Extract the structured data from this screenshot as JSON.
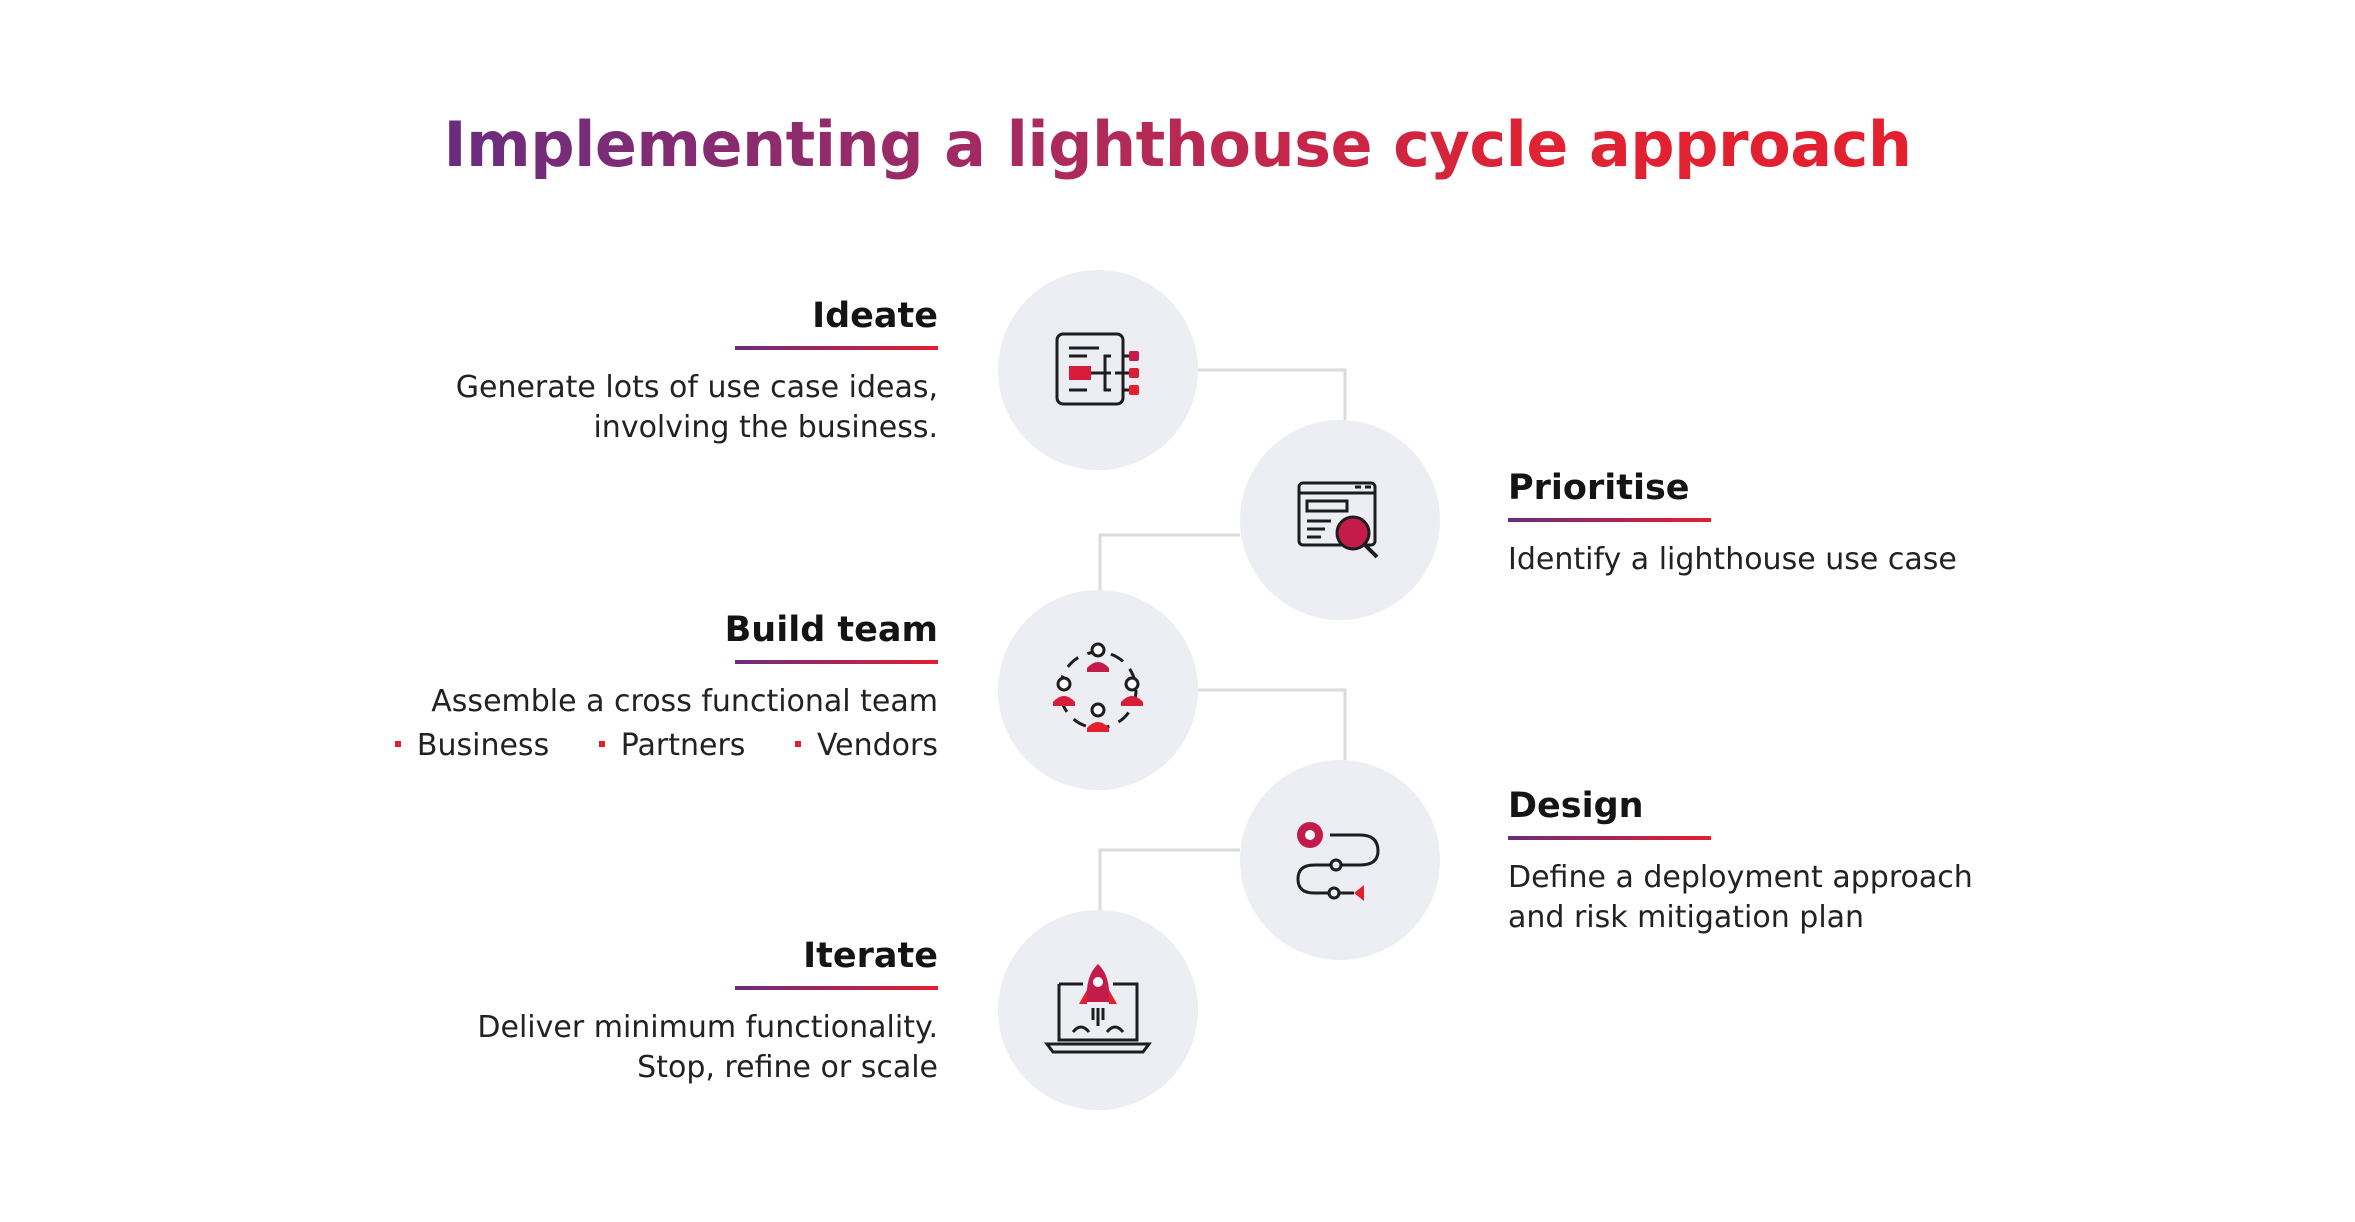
{
  "title": "Implementing a lighthouse cycle approach",
  "colors": {
    "accent_purple": "#6a2c7f",
    "accent_red": "#e41f2e",
    "circle_bg": "#eceef4",
    "connector": "#d9dbe1",
    "text": "#141414"
  },
  "steps": [
    {
      "id": "ideate",
      "title": "Ideate",
      "lines": [
        "Generate lots of use case ideas,",
        "involving the business."
      ],
      "icon": "ideas-board-icon"
    },
    {
      "id": "prioritise",
      "title": "Prioritise",
      "lines": [
        "Identify a lighthouse use case"
      ],
      "icon": "document-search-icon"
    },
    {
      "id": "build_team",
      "title": "Build team",
      "lines": [
        "Assemble a cross functional team"
      ],
      "bullets": [
        "Business",
        "Partners",
        "Vendors"
      ],
      "icon": "team-circle-icon"
    },
    {
      "id": "design",
      "title": "Design",
      "lines": [
        "Define a deployment approach",
        "and risk mitigation plan"
      ],
      "icon": "route-path-icon"
    },
    {
      "id": "iterate",
      "title": "Iterate",
      "lines": [
        "Deliver minimum functionality.",
        "Stop, refine or scale"
      ],
      "icon": "laptop-rocket-icon"
    }
  ]
}
